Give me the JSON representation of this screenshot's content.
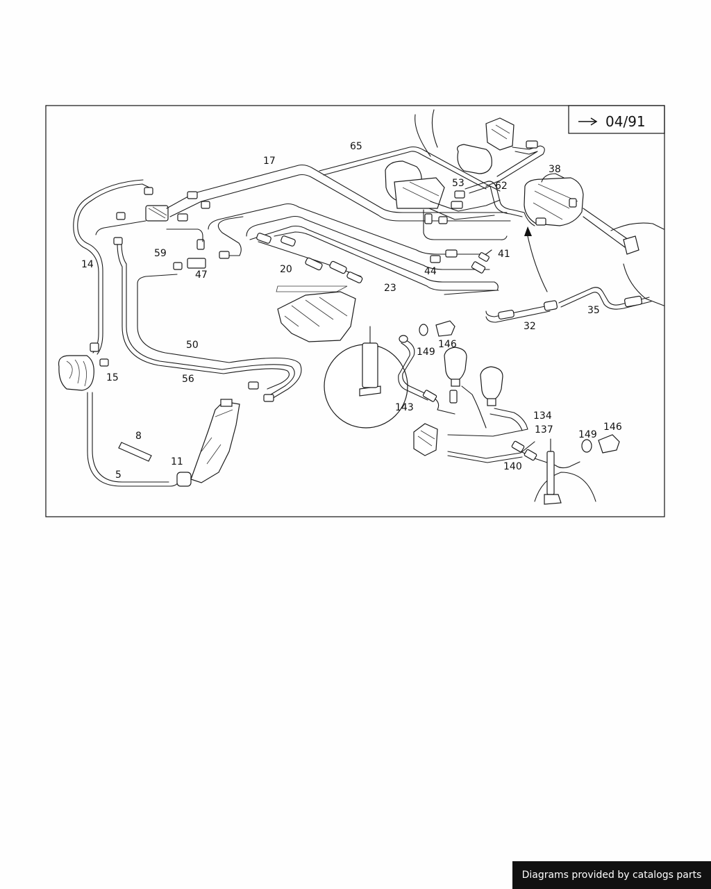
{
  "diagram": {
    "date_code": "04/91",
    "labels": {
      "l5": "5",
      "l8": "8",
      "l11": "11",
      "l14": "14",
      "l15": "15",
      "l17": "17",
      "l20": "20",
      "l23": "23",
      "l32": "32",
      "l35": "35",
      "l38": "38",
      "l41": "41",
      "l44": "44",
      "l47": "47",
      "l50": "50",
      "l53": "53",
      "l56": "56",
      "l59": "59",
      "l62": "62",
      "l65": "65",
      "l134": "134",
      "l137": "137",
      "l140": "140",
      "l143": "143",
      "l146a": "146",
      "l149a": "149",
      "l146b": "146",
      "l149b": "149"
    }
  },
  "footer": {
    "text": "Diagrams provided by catalogs parts"
  }
}
